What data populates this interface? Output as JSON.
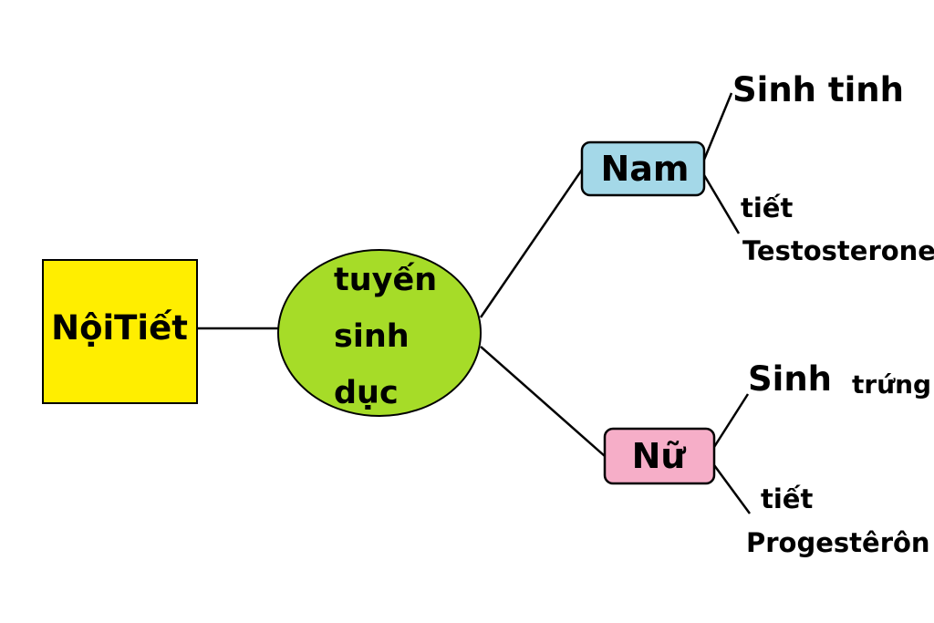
{
  "diagram": {
    "root": {
      "label": "NộiTiết",
      "color": "#ffee00"
    },
    "gland": {
      "lines": [
        "tuyến",
        "sinh",
        "dục"
      ],
      "color": "#a6dc28"
    },
    "male": {
      "label": "Nam",
      "color": "#a4d8e8",
      "function1": "Sinh tinh",
      "function2_line1": "tiết",
      "function2_line2": "Testosterone"
    },
    "female": {
      "label": "Nữ",
      "color": "#f6aec8",
      "function1_word1": "Sinh",
      "function1_word2": "trứng",
      "function2_line1": "tiết",
      "function2_line2": "Progestêrôn"
    },
    "line_color": "#000000"
  }
}
